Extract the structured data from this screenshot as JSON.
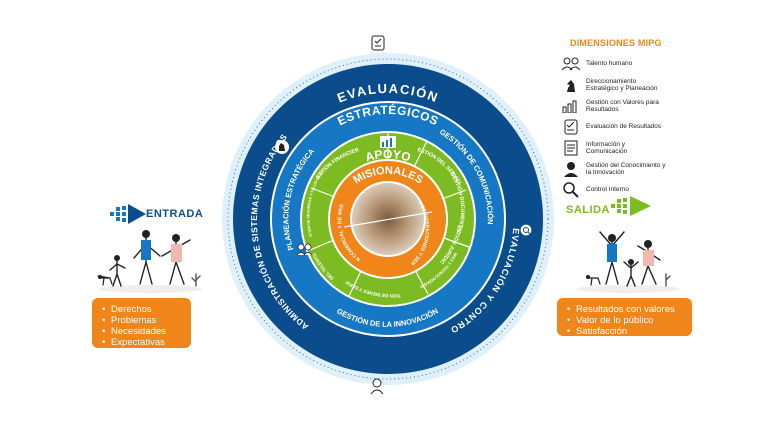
{
  "entrada": {
    "label": "ENTRADA",
    "items": [
      "Derechos",
      "Problemas",
      "Necesidades",
      "Expectativas"
    ]
  },
  "salida": {
    "label": "SALIDA",
    "items": [
      "Resultados con valores",
      "Valor de lo público",
      "Satisfacción"
    ]
  },
  "dimensiones": {
    "title": "DIMENSIONES MIPG",
    "items": [
      {
        "label": "Talento humano",
        "icon": "people-icon"
      },
      {
        "label": "Direccionamiento Estratégico y Planeación",
        "icon": "chess-knight-icon"
      },
      {
        "label": "Gestión con Valores para Resultados",
        "icon": "bar-chart-icon"
      },
      {
        "label": "Evaluación de Resultados",
        "icon": "checklist-icon"
      },
      {
        "label": "Información y Comunicación",
        "icon": "document-icon"
      },
      {
        "label": "Gestión del Conocimiento y la Innovación",
        "icon": "person-idea-icon"
      },
      {
        "label": "Control Interno",
        "icon": "magnifier-icon"
      }
    ]
  },
  "wheel": {
    "outer_top": "EVALUACIÓN",
    "outer_right": "EVALUACIÓN Y CONTROL",
    "outer_left": "ADMINISTRACIÓN DE SISTEMAS INTEGRADOS",
    "strategic_ring": "ESTRATÉGICOS",
    "strategic_right": "GESTIÓN DE COMUNICACIÓN",
    "strategic_bottom": "GESTIÓN DE LA INNOVACIÓN",
    "strategic_left": "PLANEACIÓN ESTRATÉGICA",
    "support_ring": "APOYO",
    "support_segments": [
      "GESTIÓN FINANCIERA",
      "GESTIÓN DEL SERVICIO",
      "GESTIÓN DOCUMENTAL",
      "GESTIÓN JURÍDICA",
      "GESTIÓN DE SISTEMAS Y TECNOLOGÍAS DE LA INFORMACIÓN",
      "GESTIÓN DE BIENES Y SERVICIOS",
      "GESTIÓN DEL TALENTO HUMANO",
      "SISTEMA DE GESTIÓN DE SEGURIDAD Y SALUD EN EL TRABAJO SG-SST"
    ],
    "mission_ring": "MISIONALES",
    "mission_segments": [
      "GESTIÓN DE OPERACIONES Y SERVICIOS",
      "GESTIÓN COMERCIAL Y DE MERCADEO"
    ]
  },
  "colors": {
    "dark_blue": "#0b4c8c",
    "mid_blue": "#1677c4",
    "green": "#7dbb22",
    "dark_green": "#5f9a18",
    "orange": "#f0861a"
  }
}
